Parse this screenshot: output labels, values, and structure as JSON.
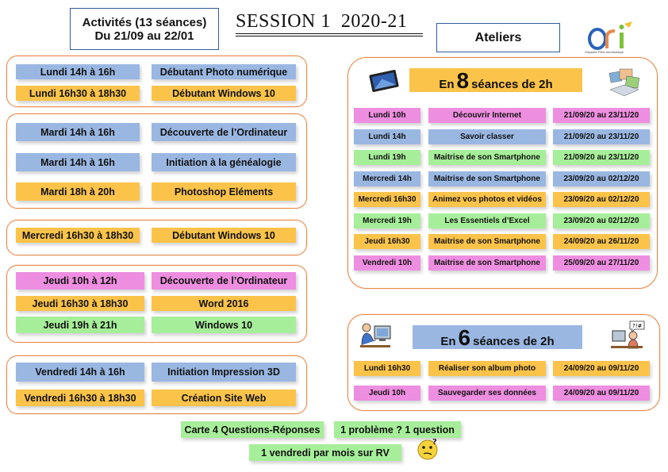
{
  "header": {
    "activities_title": "Activités (13 séances)",
    "activities_dates": "Du 21/09 au 22/01",
    "session": "SESSION 1  2020-21",
    "ateliers": "Ateliers",
    "logo_text": "Odyssée Plein Informatique"
  },
  "activities": {
    "groups": [
      {
        "rows": [
          {
            "day": "Lundi 14h à 16h",
            "day_color": "blue",
            "course": "Débutant Photo numérique",
            "course_color": "blue"
          },
          {
            "day": "Lundi 16h30 à 18h30",
            "day_color": "orange",
            "course": "Débutant Windows 10",
            "course_color": "orange"
          }
        ]
      },
      {
        "rows": [
          {
            "day": "Mardi 14h à 16h",
            "day_color": "blue",
            "course": "Découverte de l’Ordinateur",
            "course_color": "blue"
          },
          {
            "day": "Mardi 14h à 16h",
            "day_color": "blue",
            "course": "Initiation à la généalogie",
            "course_color": "blue"
          },
          {
            "day": "Mardi 18h à 20h",
            "day_color": "orange",
            "course": "Photoshop Eléments",
            "course_color": "orange"
          }
        ]
      },
      {
        "rows": [
          {
            "day": "Mercredi 16h30 à 18h30",
            "day_color": "orange",
            "course": "Débutant Windows 10",
            "course_color": "orange"
          }
        ]
      },
      {
        "rows": [
          {
            "day": "Jeudi 10h à 12h",
            "day_color": "pink",
            "course": "Découverte de l’Ordinateur",
            "course_color": "pink"
          },
          {
            "day": "Jeudi 16h30 à 18h30",
            "day_color": "orange",
            "course": "Word 2016",
            "course_color": "orange"
          },
          {
            "day": "Jeudi 19h à 21h",
            "day_color": "green",
            "course": "Windows 10",
            "course_color": "green"
          }
        ]
      },
      {
        "rows": [
          {
            "day": "Vendredi 14h à 16h",
            "day_color": "blue",
            "course": "Initiation Impression 3D",
            "course_color": "blue"
          },
          {
            "day": "Vendredi 16h30 à 18h30",
            "day_color": "orange",
            "course": "Création Site Web",
            "course_color": "orange"
          }
        ]
      }
    ]
  },
  "ateliers8": {
    "prefix": "En",
    "number": "8",
    "suffix": "séances de 2h",
    "rows": [
      {
        "day": "Lundi 10h",
        "topic": "Découvrir Internet",
        "dates": "21/09/20 au 23/11/20",
        "color": "pink"
      },
      {
        "day": "Lundi 14h",
        "topic": "Savoir classer",
        "dates": "21/09/20 au 23/11/20",
        "color": "blue"
      },
      {
        "day": "Lundi 19h",
        "topic": "Maitrise de son Smartphone",
        "dates": "21/09/20 au 23/11/20",
        "color": "green"
      },
      {
        "day": "Mercredi 14h",
        "topic": "Maitrise de son Smartphone",
        "dates": "23/09/20 au 02/12/20",
        "color": "blue"
      },
      {
        "day": "Mercredi 16h30",
        "topic": "Animez vos photos et vidéos",
        "dates": "23/09/20 au 02/12/20",
        "color": "orange"
      },
      {
        "day": "Mercredi 19h",
        "topic": "Les Essentiels  d’Excel",
        "dates": "23/09/20 au 02/12/20",
        "color": "green"
      },
      {
        "day": "Jeudi 16h30",
        "topic": "Maitrise de son Smartphone",
        "dates": "24/09/20 au 26/11/20",
        "color": "orange"
      },
      {
        "day": "Vendredi 10h",
        "topic": "Maitrise de son Smartphone",
        "dates": "25/09/20 au 27/11/20",
        "color": "pink"
      }
    ]
  },
  "ateliers6": {
    "prefix": "En",
    "number": "6",
    "suffix": "séances de 2h",
    "rows": [
      {
        "day": "Lundi 16h30",
        "topic": "Réaliser son album photo",
        "dates": "24/09/20 au 09/11/20",
        "color": "orange"
      },
      {
        "day": "Jeudi 10h",
        "topic": "Sauvegarder ses données",
        "dates": "24/09/20 au 09/11/20",
        "color": "pink"
      }
    ]
  },
  "footer": {
    "carte": "Carte 4 Questions-Réponses",
    "probleme": "1 problème ? 1 question",
    "vendredi": "1 vendredi par mois sur RV"
  },
  "colors": {
    "blue": "#9ab7e2",
    "orange": "#fbc34a",
    "pink": "#ee8ee0",
    "green": "#a7ee9a",
    "frame": "#e8894a",
    "title_border": "#2e5c9a"
  },
  "icons": [
    "tablet-icon",
    "photo-album-icon",
    "computer-user-icon",
    "confused-user-icon",
    "thinking-smiley-icon",
    "logo-icon"
  ]
}
